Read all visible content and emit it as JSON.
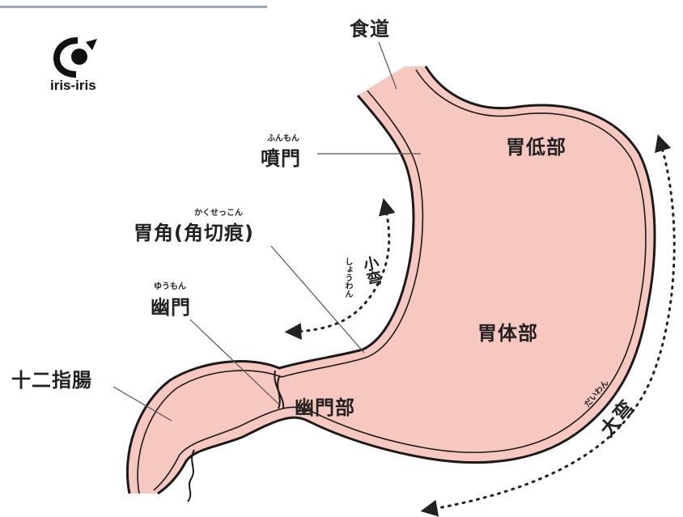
{
  "colors": {
    "stomach_fill": "#f7c8bf",
    "outline": "#1a1a1a",
    "leader": "#555555",
    "text": "#222222"
  },
  "logo": {
    "brand": "iris-iris",
    "icon": "c-logo-icon"
  },
  "labels": {
    "esophagus": "食道",
    "cardia": "噴門",
    "cardia_ruby": "ふんもん",
    "fundus": "胃低部",
    "angle": "胃角(角切痕)",
    "angle_ruby": "かくせっこん",
    "lesser_curvature": "小弯",
    "lesser_curvature_ruby": "しょうわん",
    "pylorus": "幽門",
    "pylorus_ruby": "ゆうもん",
    "body": "胃体部",
    "duodenum": "十二指腸",
    "pyloric_part": "幽門部",
    "greater_curvature": "大弯",
    "greater_curvature_ruby": "だいわん"
  }
}
